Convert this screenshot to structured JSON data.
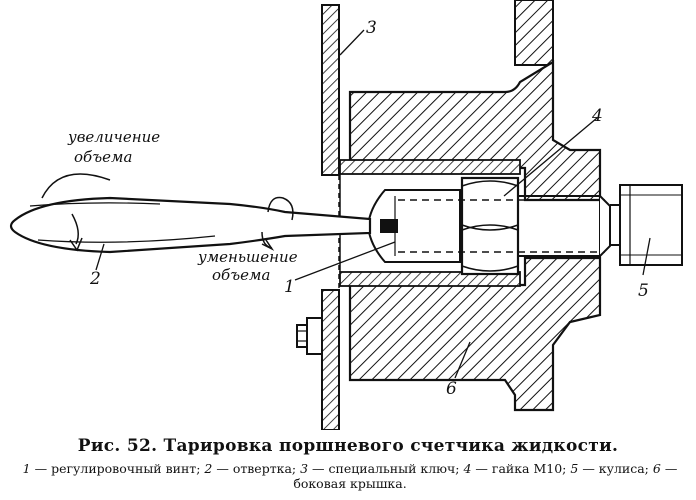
{
  "figure": {
    "labels": {
      "increase_line1": "увеличение",
      "increase_line2": "объема",
      "decrease_line1": "уменьшение",
      "decrease_line2": "объема"
    },
    "callouts": [
      "1",
      "2",
      "3",
      "4",
      "5",
      "6"
    ]
  },
  "caption": {
    "title": "Рис. 52. Тарировка поршневого счетчика жидкости.",
    "legend": [
      {
        "num": "1",
        "text": "— регулировочный винт;"
      },
      {
        "num": "2",
        "text": "— отвертка;"
      },
      {
        "num": "3",
        "text": "— специальный ключ;"
      },
      {
        "num": "4",
        "text": "— гайка М10;"
      },
      {
        "num": "5",
        "text": "— кулиса;"
      },
      {
        "num": "6",
        "text": "— боковая крышка."
      }
    ]
  }
}
